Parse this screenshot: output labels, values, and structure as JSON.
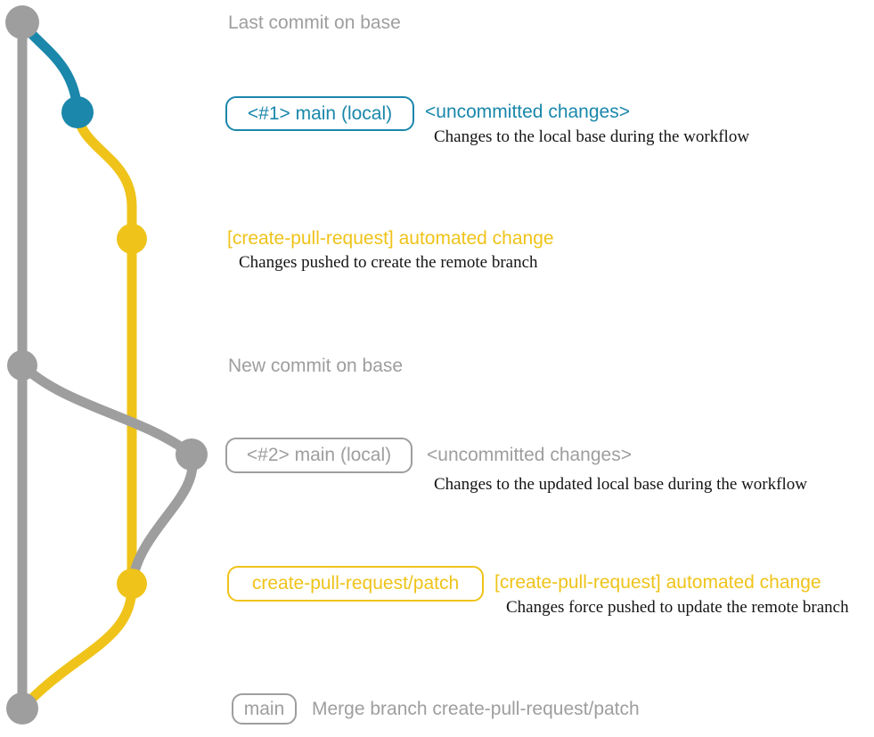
{
  "colors": {
    "gray": "#9e9e9e",
    "blue": "#1a87ab",
    "yellow": "#efc319",
    "desc": "#141414",
    "background": "#ffffff"
  },
  "timeline": {
    "last_commit_label": "Last commit on base",
    "state1": {
      "branch_pill": "<#1> main (local)",
      "status": "<uncommitted changes>",
      "description": "Changes to the local base during the workflow"
    },
    "push1": {
      "commit_message": "[create-pull-request] automated change",
      "description": "Changes pushed to create the remote branch"
    },
    "new_commit_label": "New commit on base",
    "state2": {
      "branch_pill": "<#2> main (local)",
      "status": "<uncommitted changes>",
      "description": "Changes to the updated local base during the workflow"
    },
    "push2": {
      "branch_pill": "create-pull-request/patch",
      "commit_message": "[create-pull-request] automated change",
      "description": "Changes force pushed to update the remote branch"
    },
    "merge": {
      "branch_pill": "main",
      "commit_message": "Merge branch create-pull-request/patch"
    }
  }
}
